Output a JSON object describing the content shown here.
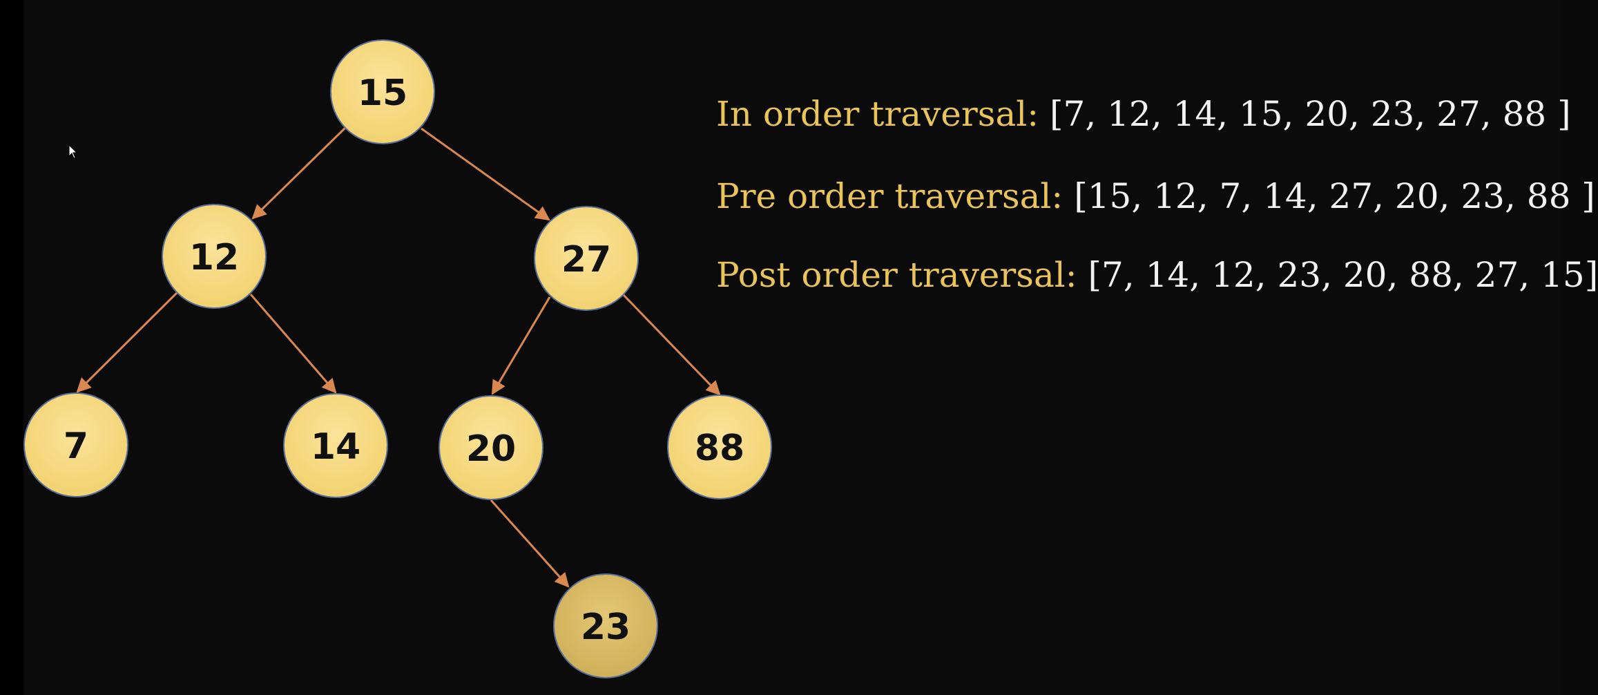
{
  "traversals": {
    "inorder": {
      "label": "In order traversal:",
      "value": "[7, 12, 14, 15, 20, 23, 27, 88 ]"
    },
    "preorder": {
      "label": "Pre order traversal:",
      "value": "[15, 12, 7, 14, 27, 20, 23, 88 ]"
    },
    "postorder": {
      "label": "Post order traversal:",
      "value": "[7, 14, 12, 23, 20, 88, 27, 15]"
    }
  },
  "tree": {
    "nodes": [
      "15",
      "12",
      "27",
      "7",
      "14",
      "20",
      "88",
      "23"
    ],
    "edges": [
      [
        "15",
        "12"
      ],
      [
        "15",
        "27"
      ],
      [
        "12",
        "7"
      ],
      [
        "12",
        "14"
      ],
      [
        "27",
        "20"
      ],
      [
        "27",
        "88"
      ],
      [
        "20",
        "23"
      ]
    ]
  },
  "colors": {
    "background": "#0b0b0b",
    "node_fill": "#f7dc82",
    "node_stroke": "#5a6e9a",
    "edge": "#d9894f",
    "label_color": "#e9c45a",
    "value_color": "#f2f2f2"
  }
}
